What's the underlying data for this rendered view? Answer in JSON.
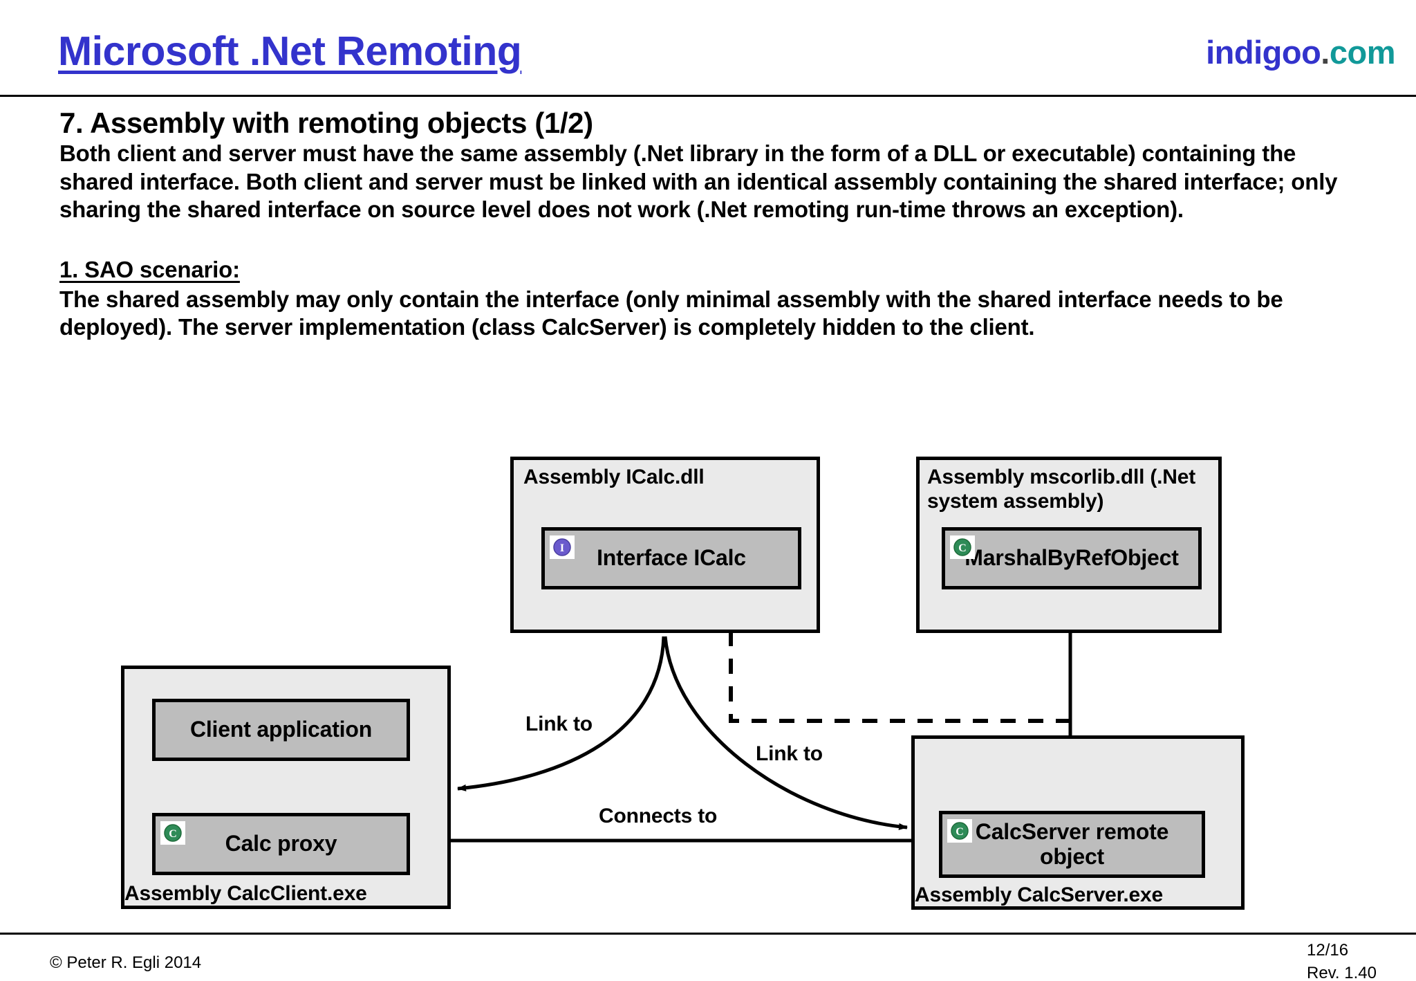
{
  "header": {
    "title": "Microsoft .Net Remoting",
    "brand": {
      "name": "indigoo",
      "dot": ".",
      "tld": "com"
    }
  },
  "content": {
    "heading": "7. Assembly with remoting objects (1/2)",
    "intro_paragraph": "Both client and server must have the same assembly (.Net library in the form of a DLL or executable) containing the shared interface. Both client and server must be linked with an identical assembly containing the shared interface; only sharing the shared interface on source level does not work (.Net remoting run-time throws an exception).",
    "sao_heading": "1. SAO scenario:",
    "sao_paragraph": "The shared assembly may only contain the interface (only minimal assembly with the shared interface needs to be deployed). The server implementation (class CalcServer) is completely hidden to the client."
  },
  "diagram": {
    "assemblies": [
      {
        "id": "icalc-dll",
        "title": "Assembly ICalc.dll",
        "title_position": "top"
      },
      {
        "id": "mscorlib-dll",
        "title": "Assembly mscorlib.dll (.Net system assembly)",
        "title_position": "top"
      },
      {
        "id": "calcclient-exe",
        "title": "Assembly CalcClient.exe",
        "title_position": "bottom"
      },
      {
        "id": "calcserver-exe",
        "title": "Assembly CalcServer.exe",
        "title_position": "bottom"
      }
    ],
    "classes": [
      {
        "id": "interface-icalc",
        "label": "Interface ICalc",
        "icon": "interface-icon"
      },
      {
        "id": "marshalbyrefobject",
        "label": "MarshalByRefObject",
        "icon": "class-icon"
      },
      {
        "id": "client-application",
        "label": "Client application",
        "icon": "none"
      },
      {
        "id": "calc-proxy",
        "label": "Calc proxy",
        "icon": "class-icon"
      },
      {
        "id": "calcserver-remote",
        "label": "CalcServer remote object",
        "icon": "class-icon"
      }
    ],
    "edges": [
      {
        "id": "link-to-client",
        "label": "Link to"
      },
      {
        "id": "link-to-server",
        "label": "Link to"
      },
      {
        "id": "connects-to",
        "label": "Connects to"
      }
    ]
  },
  "footer": {
    "copyright": "© Peter R. Egli 2014",
    "page": "12/16",
    "revision": "Rev. 1.40"
  },
  "colors": {
    "brand_blue": "#3333CC",
    "brand_teal": "#119999",
    "assembly_fill": "#EAEAEA",
    "class_fill": "#BDBDBD",
    "interface_icon": "#6A5ACD",
    "class_icon": "#228B22",
    "stroke": "#000000"
  }
}
